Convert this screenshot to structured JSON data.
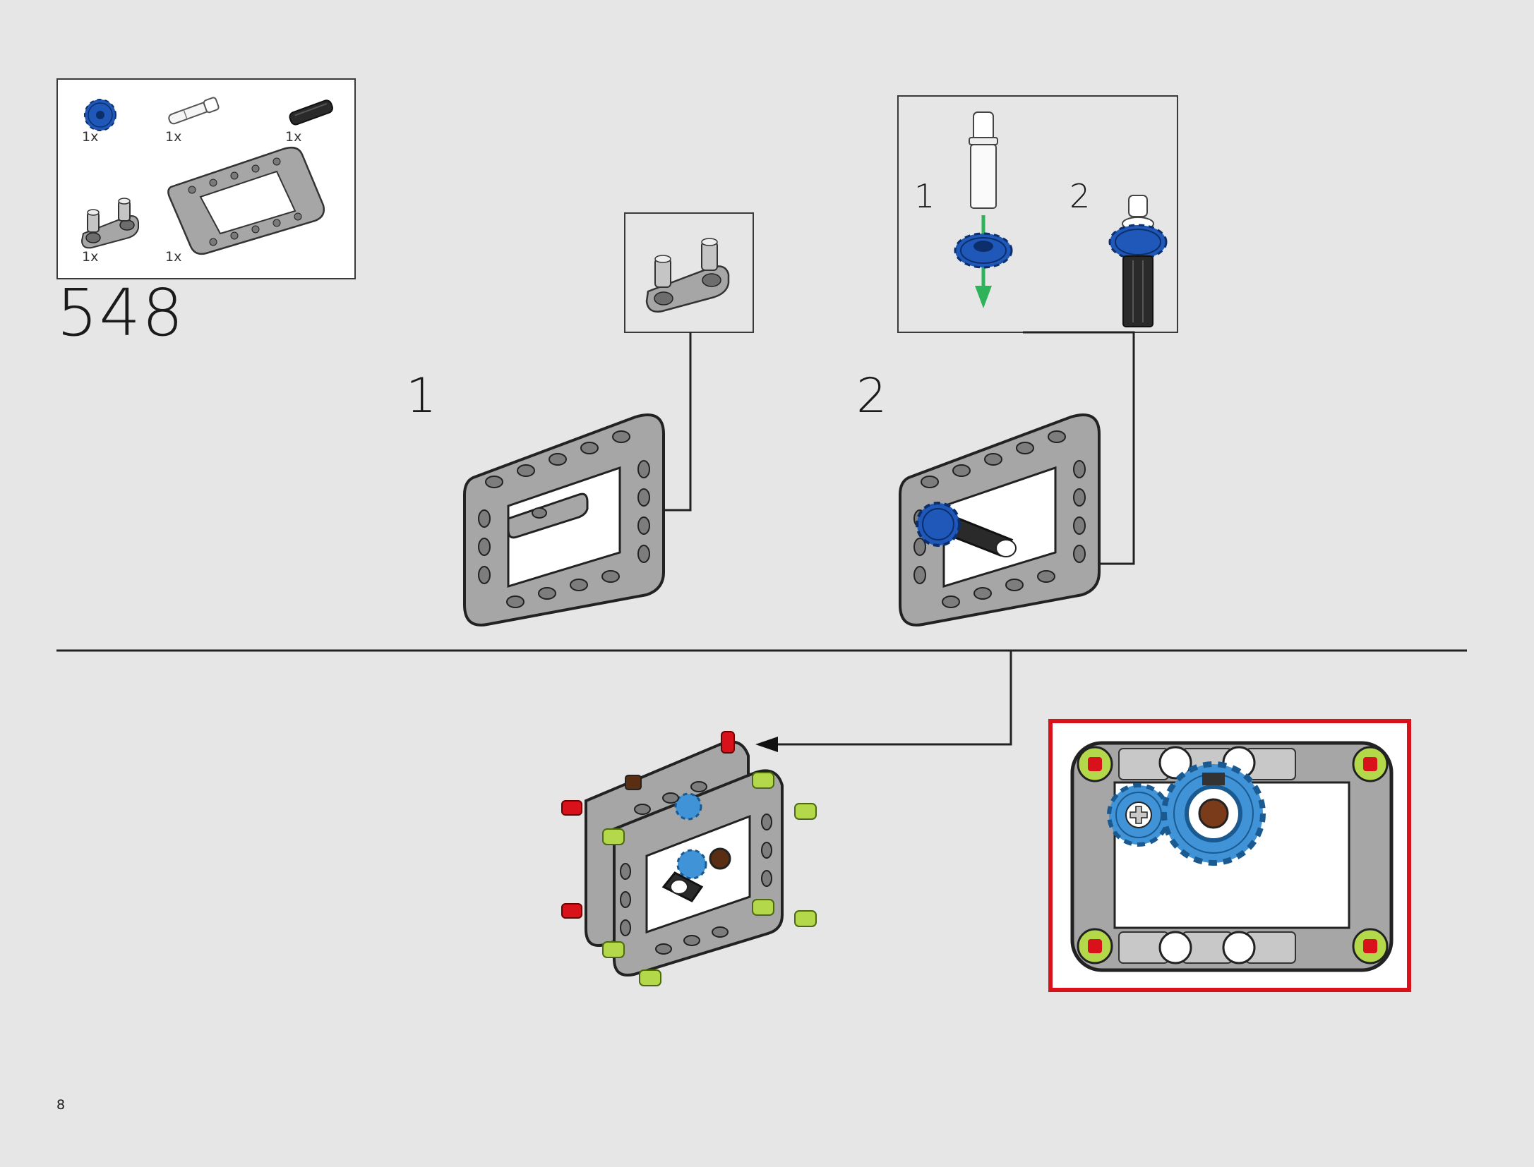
{
  "parts": [
    {
      "name": "gear-12-tooth-blue",
      "qty": "1x"
    },
    {
      "name": "axle-pin-white",
      "qty": "1x"
    },
    {
      "name": "axle-black",
      "qty": "1x"
    },
    {
      "name": "pin-connector-grey",
      "qty": "1x"
    },
    {
      "name": "frame-5x7-grey",
      "qty": "1x"
    }
  ],
  "step": {
    "number": "548"
  },
  "substeps": [
    {
      "label": "1"
    },
    {
      "label": "2"
    }
  ],
  "callout_axle": {
    "labels": [
      "1",
      "2"
    ]
  },
  "page": {
    "number": "8"
  },
  "colors": {
    "background": "#e6e6e6",
    "frame_grey": "#a6a6a6",
    "gear_blue": "#1f58b8",
    "gear_light_blue": "#3f93d6",
    "pin_lime": "#b3d94a",
    "pin_red": "#d8111b",
    "arrow_green": "#2fb35a",
    "highlight_red": "#d8111b"
  }
}
